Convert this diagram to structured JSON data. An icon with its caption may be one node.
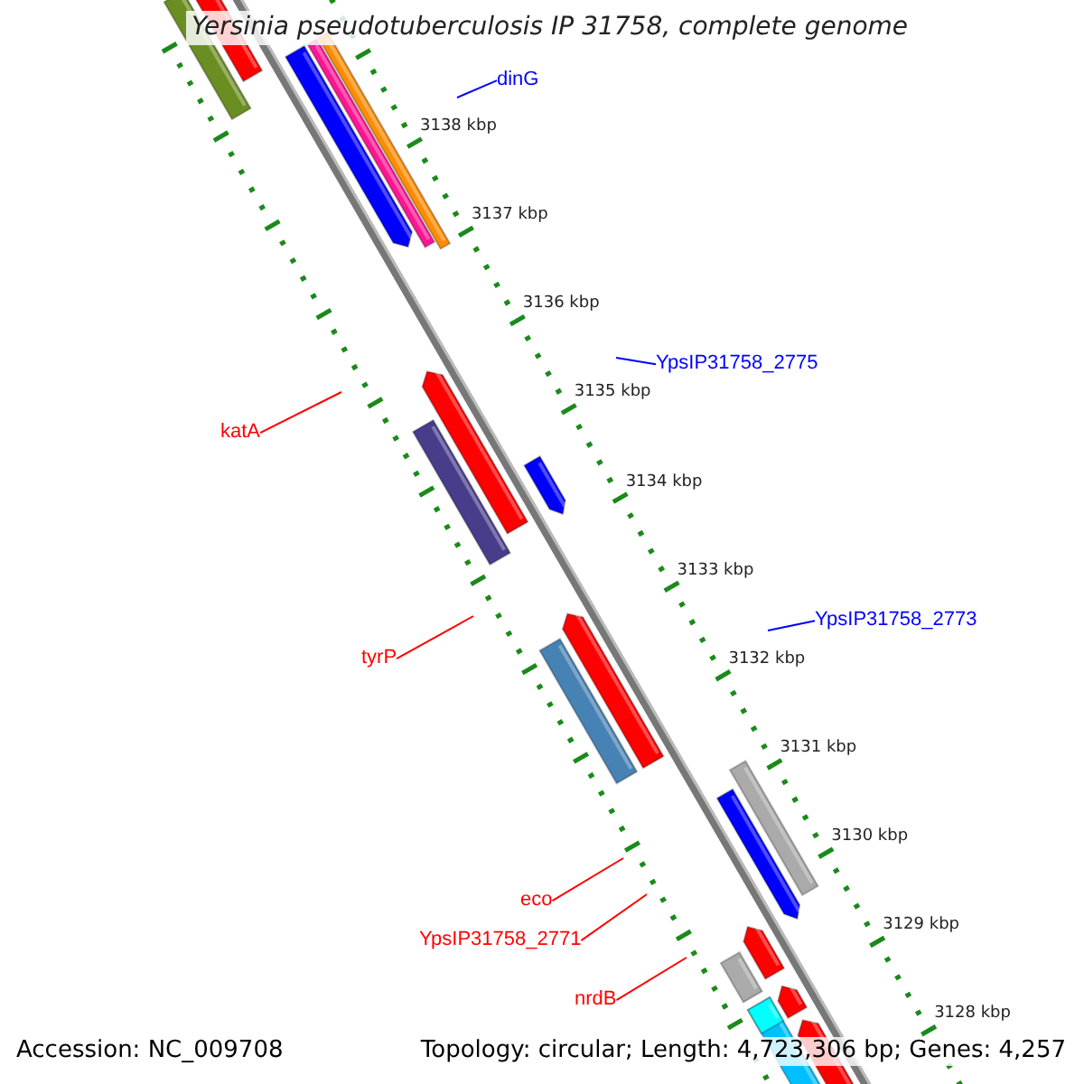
{
  "diagram": {
    "title": "Yersinia pseudotuberculosis IP 31758, complete genome",
    "nodes": [
      {
        "text": [
          "dinG"
        ]
      },
      {
        "text": [
          "YpsIP31758_2775"
        ]
      },
      {
        "text": [
          "katA"
        ]
      },
      {
        "text": [
          "YpsIP31758_2773"
        ]
      },
      {
        "text": [
          "tyrP"
        ]
      },
      {
        "text": [
          "eco"
        ]
      },
      {
        "text": [
          "YpsIP31758_2771"
        ]
      },
      {
        "text": [
          "nrdB"
        ]
      }
    ],
    "edges": [
      {
        "from": 0,
        "to": null,
        "arrow": "none",
        "color": "#0000ff"
      },
      {
        "from": 1,
        "to": null,
        "arrow": "none",
        "color": "#0000ff"
      },
      {
        "from": 2,
        "to": null,
        "arrow": "none"
      },
      {
        "from": 3,
        "to": null,
        "arrow": "none",
        "color": "#0000ff"
      },
      {
        "from": 4,
        "to": null,
        "arrow": "none"
      },
      {
        "from": 5,
        "to": null,
        "arrow": "none"
      },
      {
        "from": 6,
        "to": null,
        "arrow": "none"
      },
      {
        "from": 7,
        "to": null,
        "arrow": "none"
      }
    ],
    "labels": [
      "3138 kbp",
      "3137 kbp",
      "3136 kbp",
      "3135 kbp",
      "3134 kbp",
      "3133 kbp",
      "3132 kbp",
      "3131 kbp",
      "3130 kbp",
      "3129 kbp",
      "3128 kbp",
      "Accession: NC_009708",
      "Topology: circular; Length: 4,723,306 bp; Genes: 4,257"
    ]
  }
}
